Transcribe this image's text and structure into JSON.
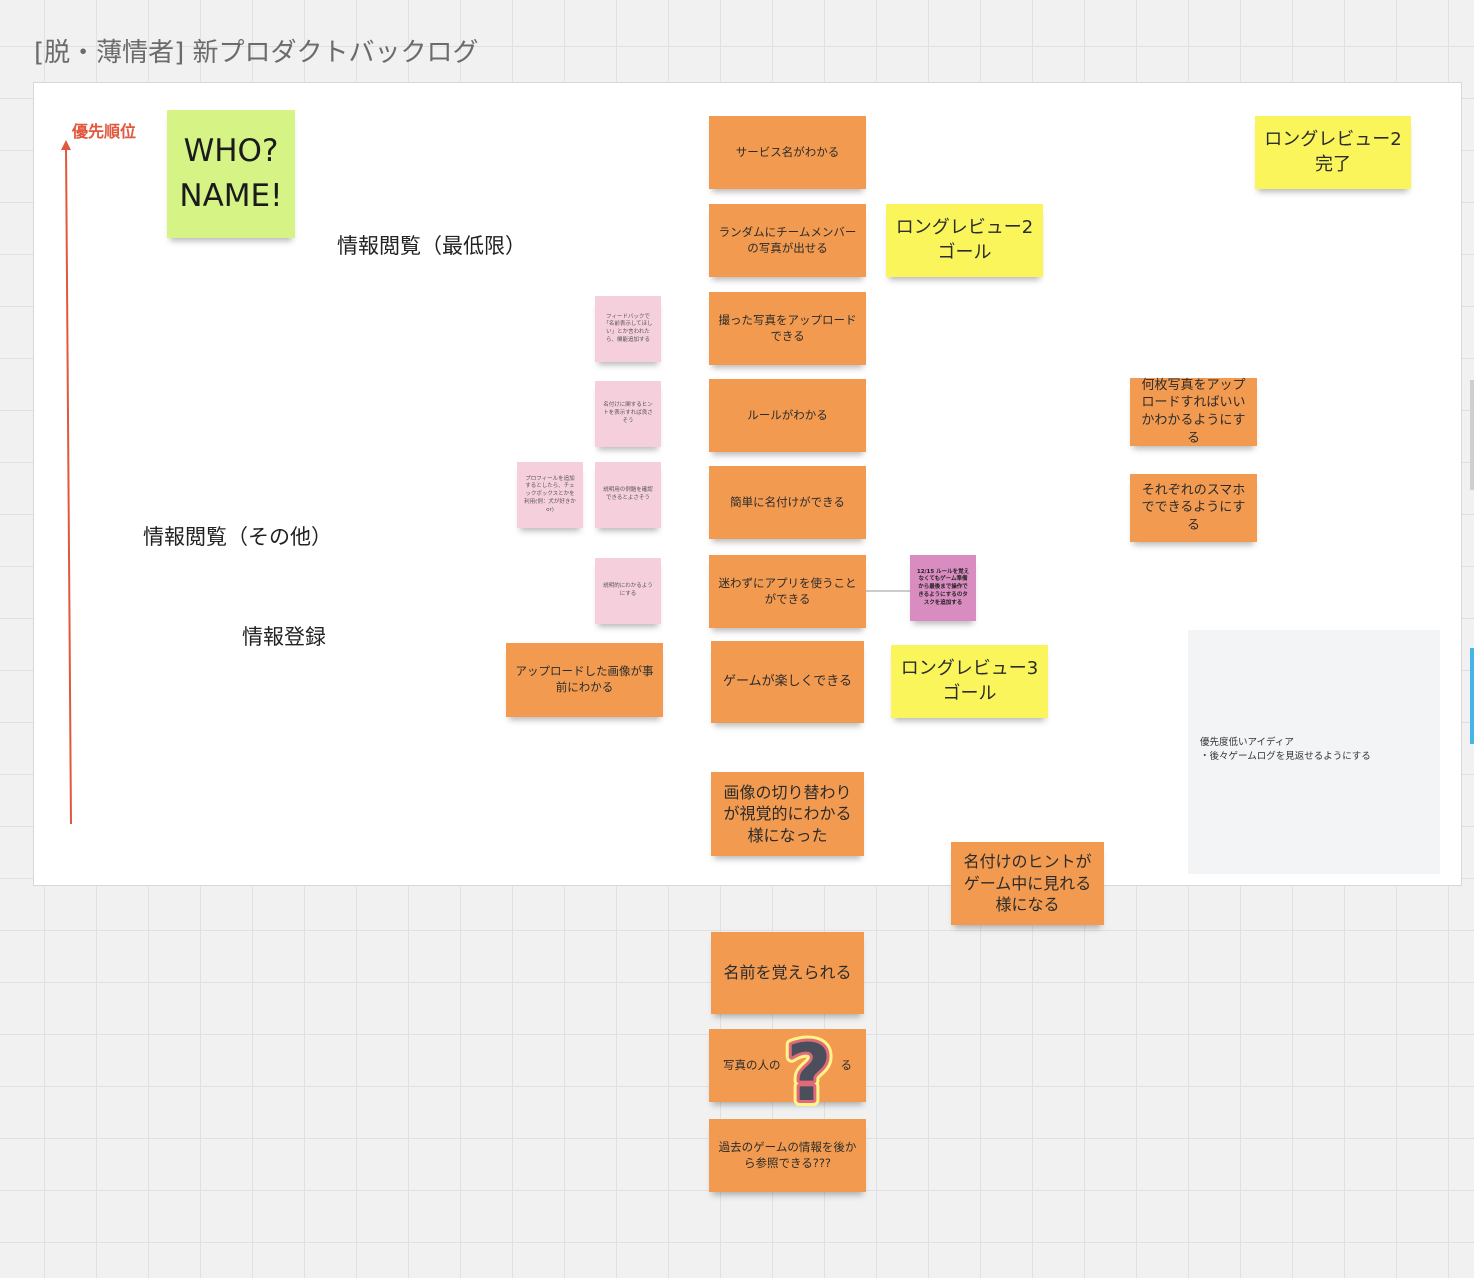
{
  "board": {
    "title": "[脱・薄情者] 新プロダクトバックログ"
  },
  "axis": {
    "label": "優先順位",
    "color": "#e2583e"
  },
  "labels": {
    "minimum": "情報閲覧（最低限）",
    "other": "情報閲覧（その他）",
    "register": "情報登録"
  },
  "who": {
    "line1": "WHO?",
    "line2": "NAME!"
  },
  "backlog": [
    "サービス名がわかる",
    "ランダムにチームメンバーの写真が出せる",
    "撮った写真をアップロードできる",
    "ルールがわかる",
    "簡単に名付けができる",
    "迷わずにアプリを使うことができる",
    "ゲームが楽しくできる",
    "画像の切り替わりが視覚的にわかる様になった",
    "名前を覚えられる",
    "写真の人の",
    "る",
    "過去のゲームの情報を後から参照できる???"
  ],
  "upload_note": "アップロードした画像が事前にわかる",
  "milestones": {
    "lr2_done": "ロングレビュー2 完了",
    "lr2_goal": "ロングレビュー2 ゴール",
    "lr3_goal": "ロングレビュー3 ゴール"
  },
  "right_notes": [
    "何枚写真をアップロードすればいいかわかるようにする",
    "それぞれのスマホでできるようにする"
  ],
  "hint_note": "名付けのヒントがゲーム中に見れる様になる",
  "pink_notes": [
    "フィードバックで「名前表示してほしい」とか言われたら、機能追加する",
    "名付けに関するヒントを表示すれば良さそう",
    "プロフィールを追加するとしたら、チェックボックスとかを利用(例：犬が好きかor)",
    "説明用の例題を確認できるとよさそう",
    "説明的にわかるようにする"
  ],
  "magenta_note": "12/15 ルールを覚えなくてもゲーム準備から最後まで操作できるようにするのタスクを追加する",
  "gray_card": {
    "line1": "優先度低いアイディア",
    "line2": "・後々ゲームログを見返せるようにする"
  },
  "colors": {
    "orange": "#f29b50",
    "yellow": "#f9f55a",
    "pink": "#f6cfdc",
    "magenta": "#d98cc0",
    "green": "#d6f385"
  }
}
